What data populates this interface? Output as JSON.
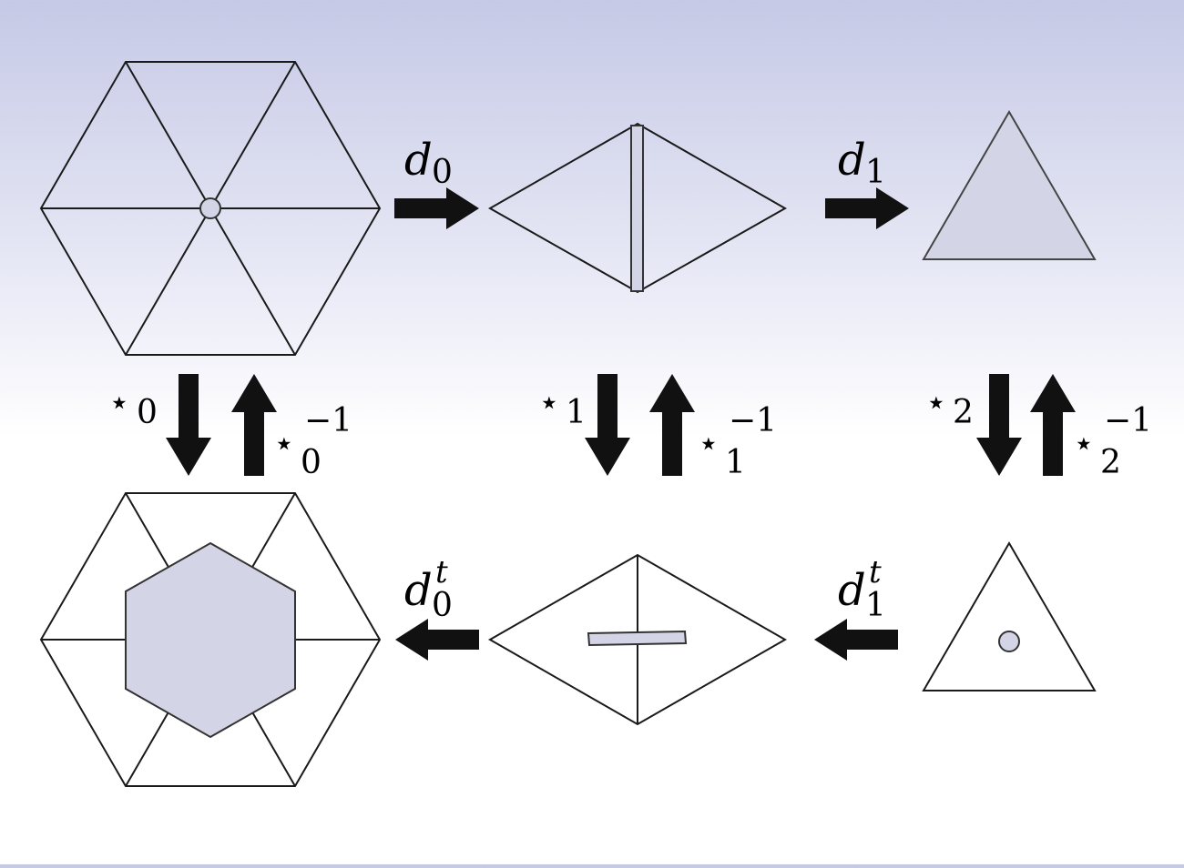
{
  "colors": {
    "stroke": "#1a1a1a",
    "fill_dual": "#d3d5e6",
    "arrow": "#111111",
    "background_top": "#c6c9e6",
    "background_bottom": "#ffffff"
  },
  "operators": {
    "d0": {
      "base": "d",
      "sub": "0"
    },
    "d1": {
      "base": "d",
      "sub": "1"
    },
    "d0t": {
      "base": "d",
      "sub": "0",
      "sup": "t"
    },
    "d1t": {
      "base": "d",
      "sub": "1",
      "sup": "t"
    },
    "star0": {
      "base": "⋆",
      "sub": "0"
    },
    "star1": {
      "base": "⋆",
      "sub": "1"
    },
    "star2": {
      "base": "⋆",
      "sub": "2"
    },
    "star0inv": {
      "base": "⋆",
      "sub": "0",
      "sup": "−1"
    },
    "star1inv": {
      "base": "⋆",
      "sub": "1",
      "sup": "−1"
    },
    "star2inv": {
      "base": "⋆",
      "sub": "2",
      "sup": "−1"
    }
  }
}
